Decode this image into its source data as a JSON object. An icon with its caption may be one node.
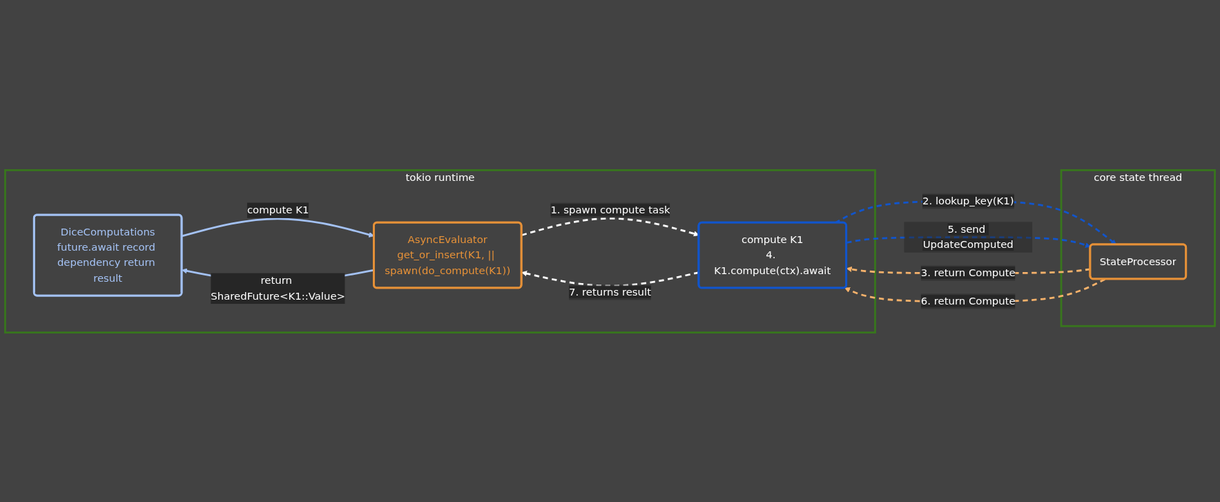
{
  "diagram": {
    "nodes": [
      {
        "text": [
          "tokio runtime"
        ]
      },
      {
        "text": [
          "DiceComputations",
          "future.await record dependency return result"
        ],
        "in": 0
      },
      {
        "text": [
          "AsyncEvaluator",
          "get_or_insert(K1, || spawn(do_compute(K1))"
        ],
        "in": 0
      },
      {
        "text": [
          "compute K1",
          "4. K1.compute(ctx).await"
        ],
        "in": 0
      },
      {
        "text": [
          "core state thread"
        ]
      },
      {
        "text": [
          "StateProcessor"
        ],
        "in": 4
      }
    ],
    "edges": [
      {
        "from": 1,
        "to": 2,
        "arrow": "to",
        "label": "compute K1",
        "color": "#a4c2f4"
      },
      {
        "from": 2,
        "to": 1,
        "arrow": "to",
        "label": "return SharedFuture<K1::Value>",
        "color": "#a4c2f4"
      },
      {
        "from": 2,
        "to": 3,
        "arrow": "to",
        "label": "1. spawn compute task",
        "style": "dashed",
        "color": "#ffffff"
      },
      {
        "from": 3,
        "to": 2,
        "arrow": "to",
        "label": "7. returns result",
        "style": "dashed",
        "color": "#ffffff"
      },
      {
        "from": 3,
        "to": 5,
        "arrow": "to",
        "label": "2. lookup_key(K1)",
        "style": "dashed",
        "color": "#1155cc"
      },
      {
        "from": 5,
        "to": 3,
        "arrow": "to",
        "label": "3. return Compute",
        "style": "dashed",
        "color": "#f6b26b"
      },
      {
        "from": 3,
        "to": 5,
        "arrow": "to",
        "label": "5. send UpdateComputed",
        "style": "dashed",
        "color": "#1155cc"
      },
      {
        "from": 5,
        "to": 3,
        "arrow": "to",
        "label": "6. return Compute",
        "style": "dashed",
        "color": "#f6b26b"
      }
    ]
  }
}
